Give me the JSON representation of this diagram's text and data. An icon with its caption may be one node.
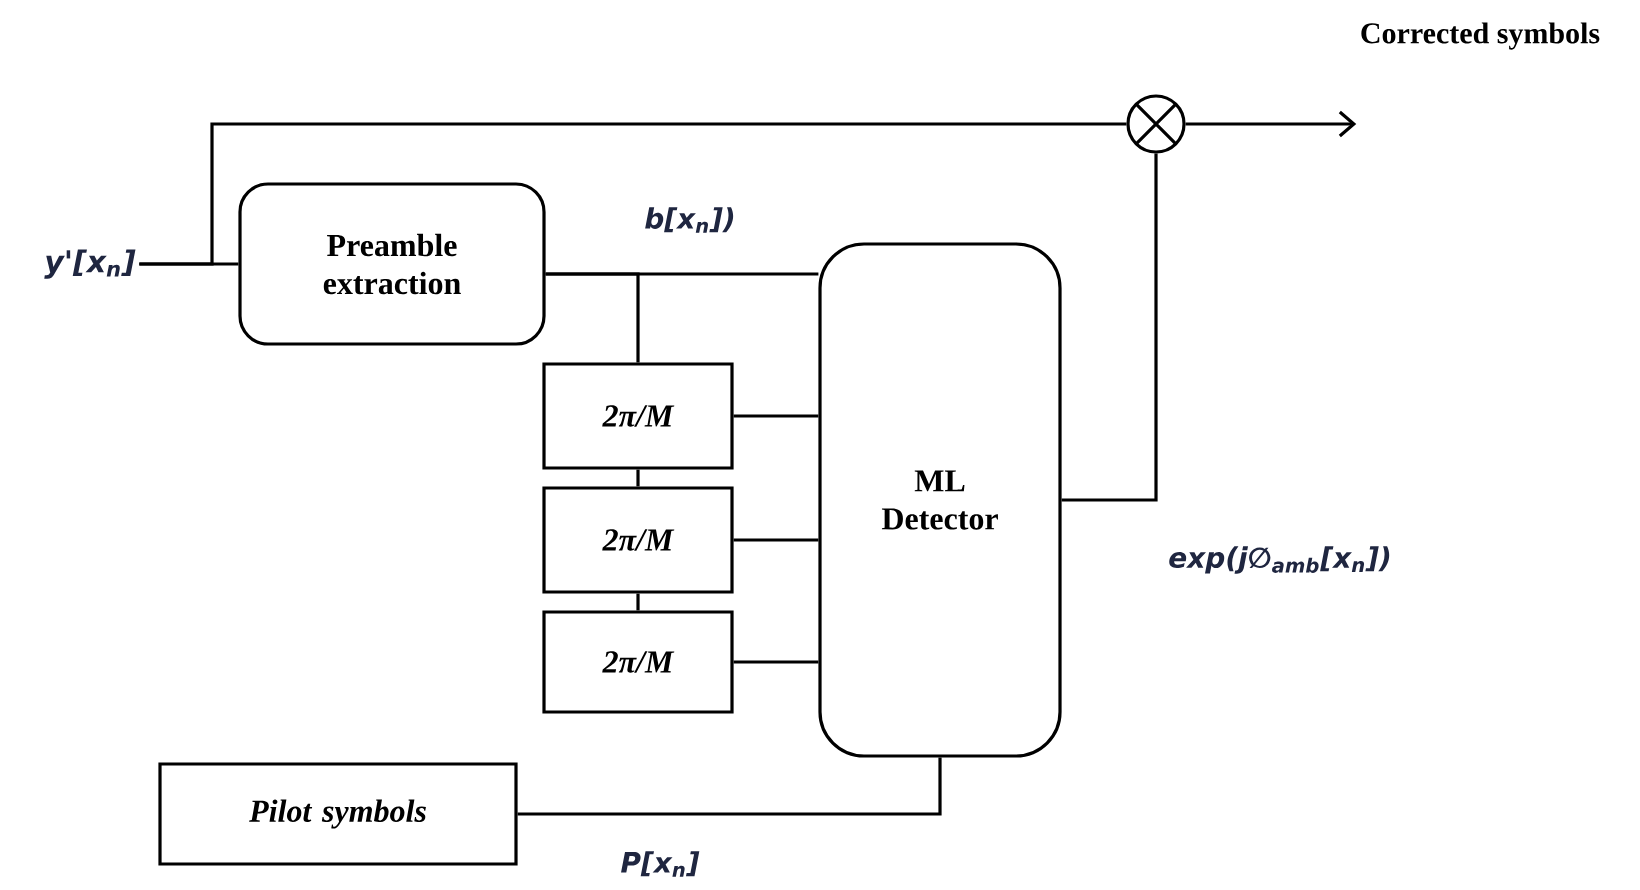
{
  "diagram": {
    "nodes": [
      {
        "text": [
          "y'[x$_{n}$]"
        ]
      },
      {
        "text": [
          "Preamble extraction"
        ]
      },
      {
        "text": [
          "2π/M"
        ]
      },
      {
        "text": [
          "2π/M"
        ]
      },
      {
        "text": [
          "2π/M"
        ]
      },
      {
        "text": [
          "ML Detector"
        ]
      },
      {
        "text": [
          "Pilot symbols"
        ]
      },
      {
        "text": [],
        "shape": "circle"
      },
      {
        "text": [
          "Corrected symbols"
        ]
      }
    ],
    "edges": [
      {
        "from": 0,
        "to": 1,
        "arrow": "none"
      },
      {
        "from": 0,
        "to": 7,
        "arrow": "none"
      },
      {
        "from": 7,
        "to": 8,
        "arrow": "to"
      },
      {
        "from": 1,
        "to": 5,
        "arrow": "none",
        "label": "b[x$_{n}$])"
      },
      {
        "from": 1,
        "to": 2,
        "arrow": "none"
      },
      {
        "from": 2,
        "to": 3,
        "arrow": "none"
      },
      {
        "from": 3,
        "to": 4,
        "arrow": "none"
      },
      {
        "from": 2,
        "to": 5,
        "arrow": "none"
      },
      {
        "from": 3,
        "to": 5,
        "arrow": "none"
      },
      {
        "from": 4,
        "to": 5,
        "arrow": "none"
      },
      {
        "from": 6,
        "to": 5,
        "arrow": "none",
        "label": "P[x$_{n}$]"
      },
      {
        "from": 5,
        "to": 7,
        "arrow": "none",
        "label": "exp(j∅$_{amb}$[x$_{n}$])"
      }
    ]
  }
}
